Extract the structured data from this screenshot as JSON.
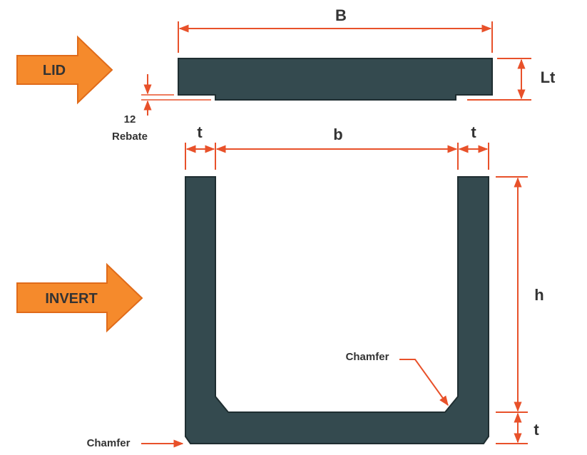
{
  "colors": {
    "concrete": "#344a4f",
    "concrete_edge": "#1f2e31",
    "dimension": "#e8512a",
    "arrow_fill": "#f58a2c",
    "arrow_edge": "#e06b1a",
    "text": "#333333"
  },
  "labels": {
    "lid": "LID",
    "invert": "INVERT",
    "B": "B",
    "Lt": "Lt",
    "rebate_value": "12",
    "rebate": "Rebate",
    "t_left": "t",
    "b": "b",
    "t_right": "t",
    "h": "h",
    "t_bottom": "t",
    "chamfer_inner": "Chamfer",
    "chamfer_outer": "Chamfer"
  }
}
